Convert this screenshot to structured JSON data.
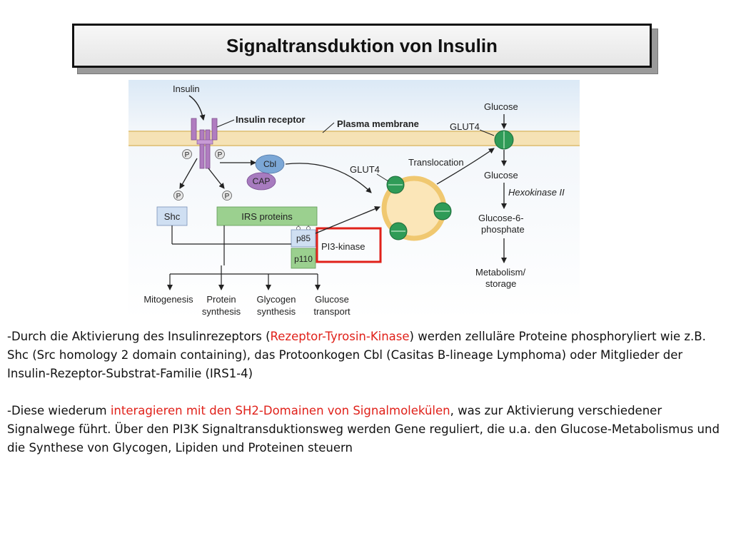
{
  "title": "Signaltransduktion von Insulin",
  "diagram": {
    "insulin": "Insulin",
    "insulin_receptor": "Insulin receptor",
    "plasma_membrane": "Plasma membrane",
    "phospho": "P",
    "cbl": "Cbl",
    "cap": "CAP",
    "shc": "Shc",
    "irs_proteins": "IRS proteins",
    "p85": "p85",
    "p110": "p110",
    "pi3_kinase": "PI3-kinase",
    "glut4_vesicle": "GLUT4",
    "translocation": "Translocation",
    "glucose_top": "Glucose",
    "glut4_membrane": "GLUT4",
    "glucose_inside": "Glucose",
    "hexokinase": "Hexokinase II",
    "g6p_line1": "Glucose-6-",
    "g6p_line2": "phosphate",
    "metab_line1": "Metabolism/",
    "metab_line2": "storage",
    "outputs": [
      {
        "line1": "Mitogenesis",
        "line2": ""
      },
      {
        "line1": "Protein",
        "line2": "synthesis"
      },
      {
        "line1": "Glycogen",
        "line2": "synthesis"
      },
      {
        "line1": "Glucose",
        "line2": "transport"
      }
    ],
    "colors": {
      "receptor": "#b07cc0",
      "cbl": "#7ba7d6",
      "cap": "#a77bbf",
      "irs": "#9bd08f",
      "glut4": "#2f9b57",
      "vesicle": "#f5d58a",
      "highlight": "#e0211a"
    }
  },
  "paragraph1": {
    "a": "-Durch die Aktivierung des Insulinrezeptors (",
    "hl": "Rezeptor-Tyrosin-Kinase",
    "b": ") werden zelluläre Proteine phosphoryliert wie z.B. Shc (Src homology 2 domain containing), das Protoonkogen Cbl (Casitas B-lineage Lymphoma) oder Mitglieder der Insulin-Rezeptor-Substrat-Familie (IRS1-4)"
  },
  "paragraph2": {
    "a": "-Diese wiederum ",
    "hl": "interagieren mit den SH2-Domainen von Signalmolekülen",
    "b": ", was zur Aktivierung verschiedener Signalwege führt. Über den PI3K Signaltransduktionsweg werden Gene reguliert, die u.a. den Glucose-Metabolismus und die Synthese von Glycogen, Lipiden und Proteinen steuern"
  }
}
